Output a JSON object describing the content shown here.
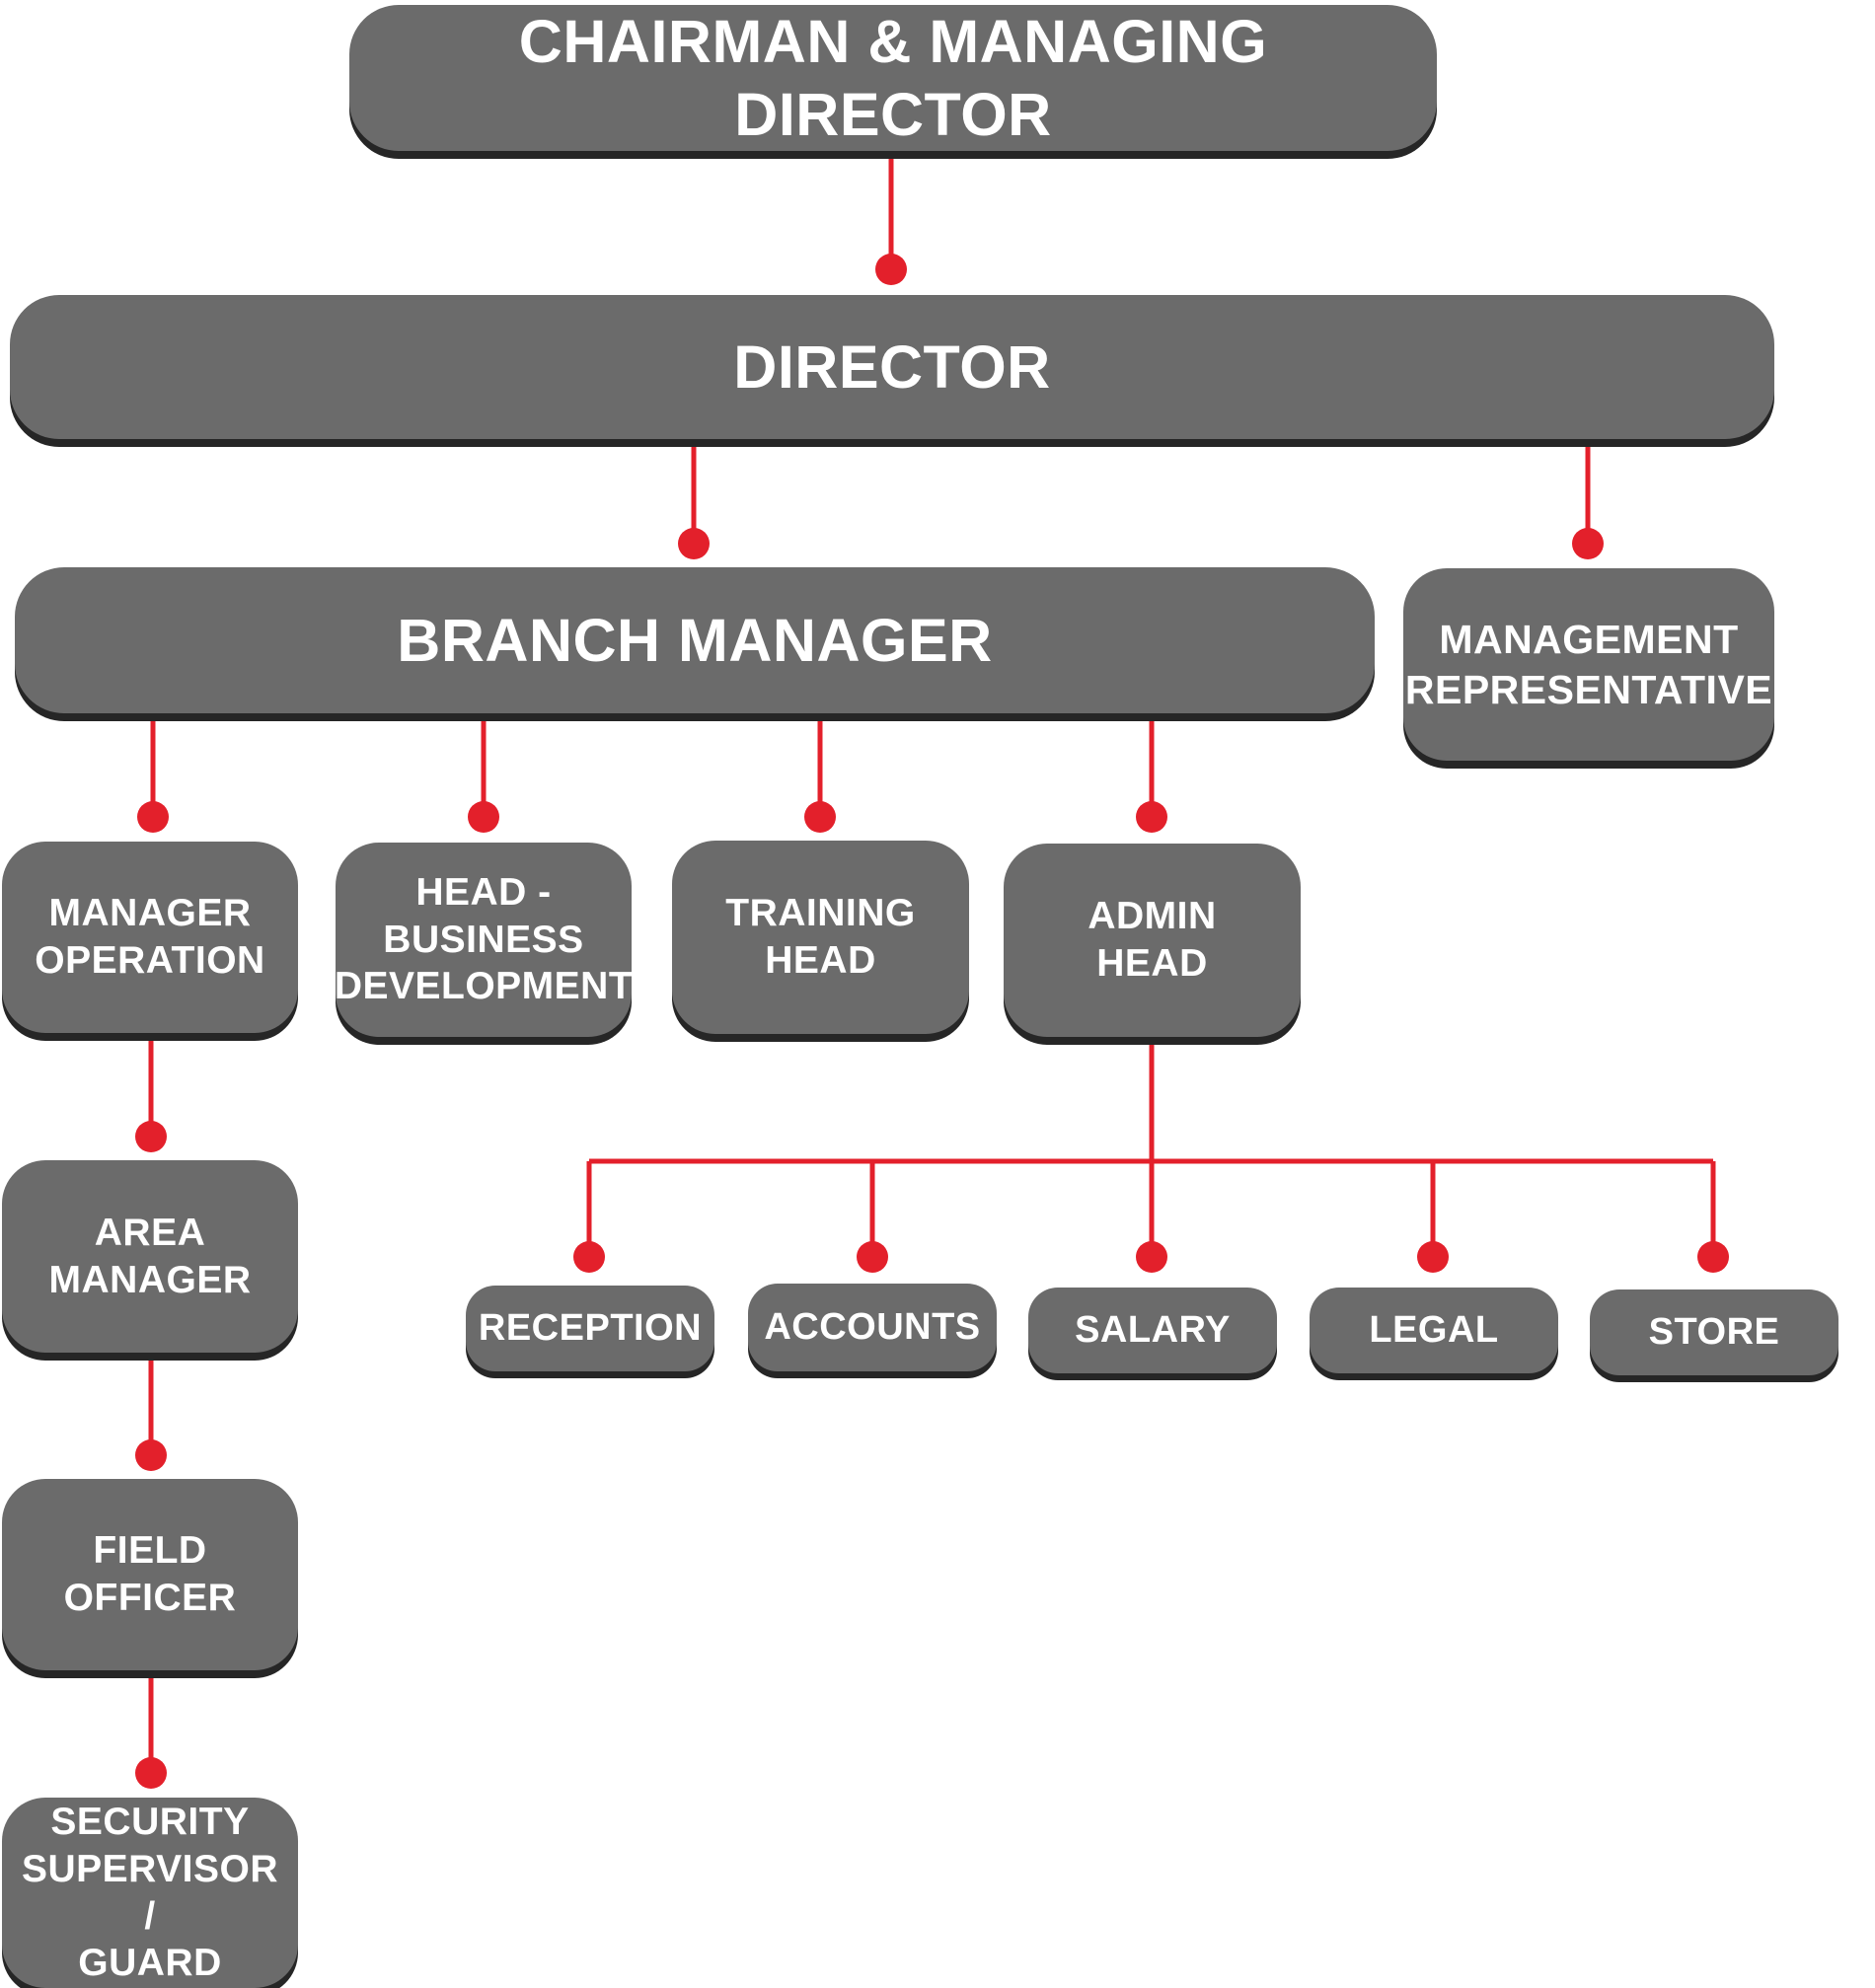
{
  "colors": {
    "box_fill": "#6b6b6b",
    "box_shadow": "#262626",
    "text": "#ffffff",
    "connector": "#e3202b"
  },
  "nodes": {
    "chairman": "CHAIRMAN & MANAGING DIRECTOR",
    "director": "DIRECTOR",
    "branch_manager": "BRANCH MANAGER",
    "management_representative": "MANAGEMENT\nREPRESENTATIVE",
    "manager_operation": "MANAGER\nOPERATION",
    "head_business_development": "HEAD -\nBUSINESS\nDEVELOPMENT",
    "training_head": "TRAINING\nHEAD",
    "admin_head": "ADMIN\nHEAD",
    "area_manager": "AREA\nMANAGER",
    "field_officer": "FIELD\nOFFICER",
    "security_supervisor_guard": "SECURITY\nSUPERVISOR /\nGUARD",
    "reception": "RECEPTION",
    "accounts": "ACCOUNTS",
    "salary": "SALARY",
    "legal": "LEGAL",
    "store": "STORE"
  }
}
